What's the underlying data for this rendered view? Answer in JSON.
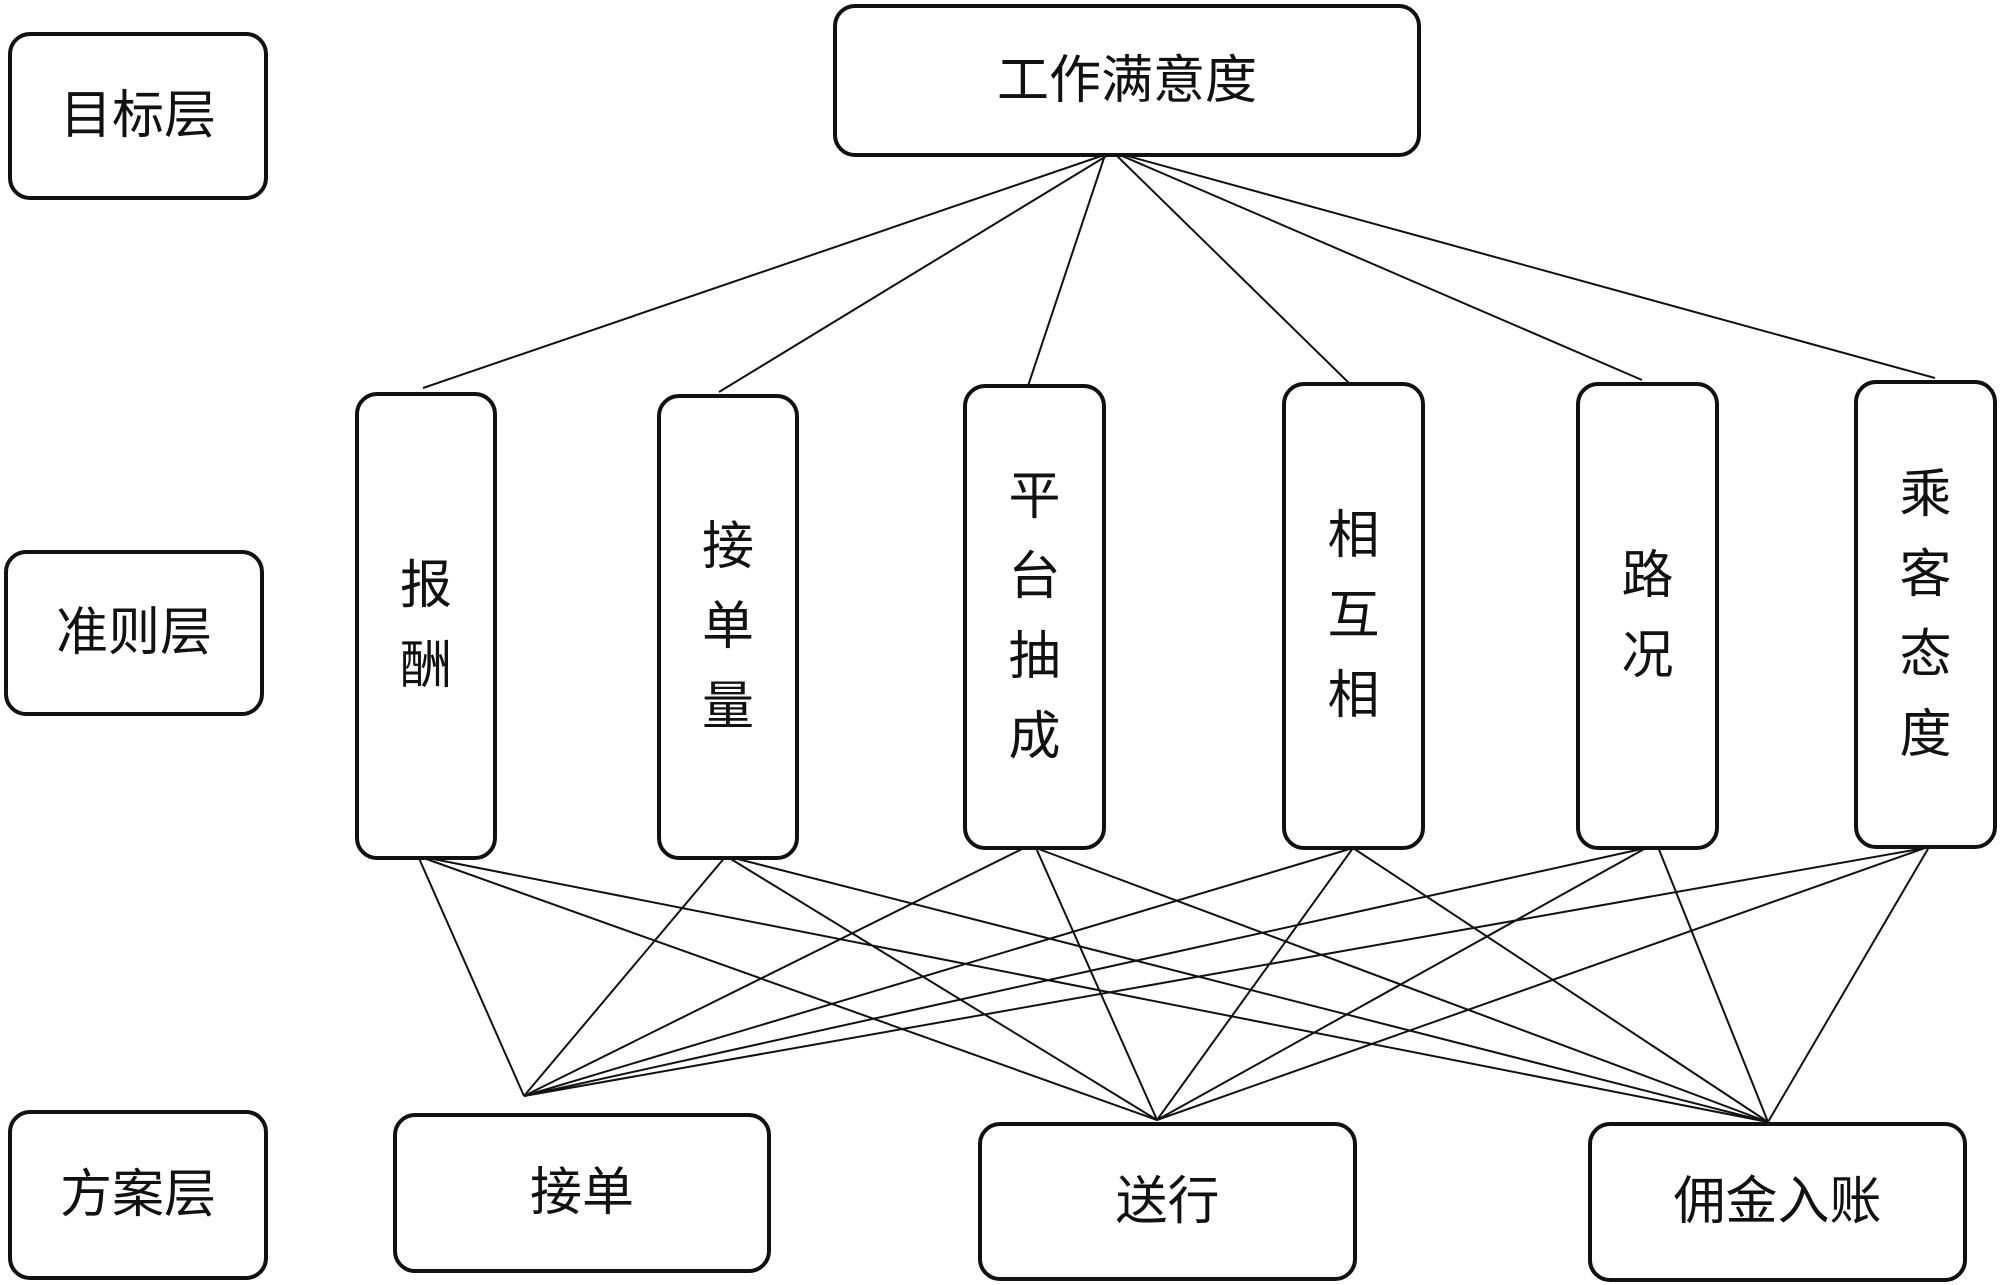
{
  "levels": {
    "goal": "目标层",
    "criteria": "准则层",
    "scheme": "方案层"
  },
  "goal": "工作满意度",
  "criteria": [
    {
      "label": "报酬"
    },
    {
      "label": "接单量"
    },
    {
      "label": "平台抽成"
    },
    {
      "label": "相互相"
    },
    {
      "label": "路况"
    },
    {
      "label": "乘客态度"
    }
  ],
  "alternatives": [
    {
      "label": "接单"
    },
    {
      "label": "送行"
    },
    {
      "label": "佣金入账"
    }
  ]
}
